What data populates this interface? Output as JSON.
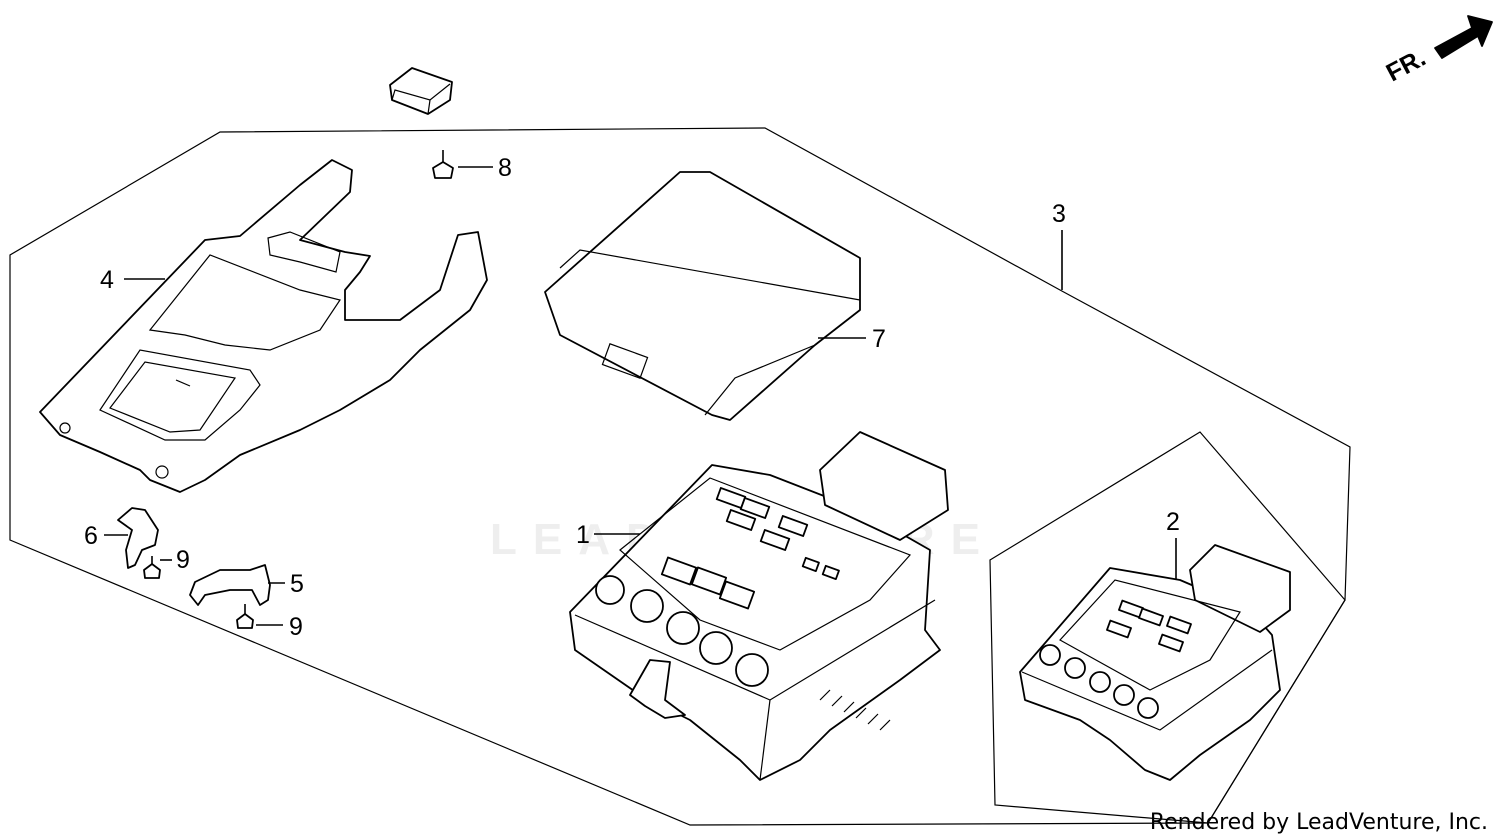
{
  "watermark": "LEADVENTURE",
  "footer": {
    "credit": "Rendered by LeadVenture, Inc."
  },
  "direction": {
    "label": "FR."
  },
  "callouts": {
    "c1": "1",
    "c2": "2",
    "c3": "3",
    "c4": "4",
    "c5": "5",
    "c6": "6",
    "c7": "7",
    "c8": "8",
    "c9a": "9",
    "c9b": "9"
  },
  "icons": {
    "direction_arrow": "front-direction-arrow-icon"
  }
}
